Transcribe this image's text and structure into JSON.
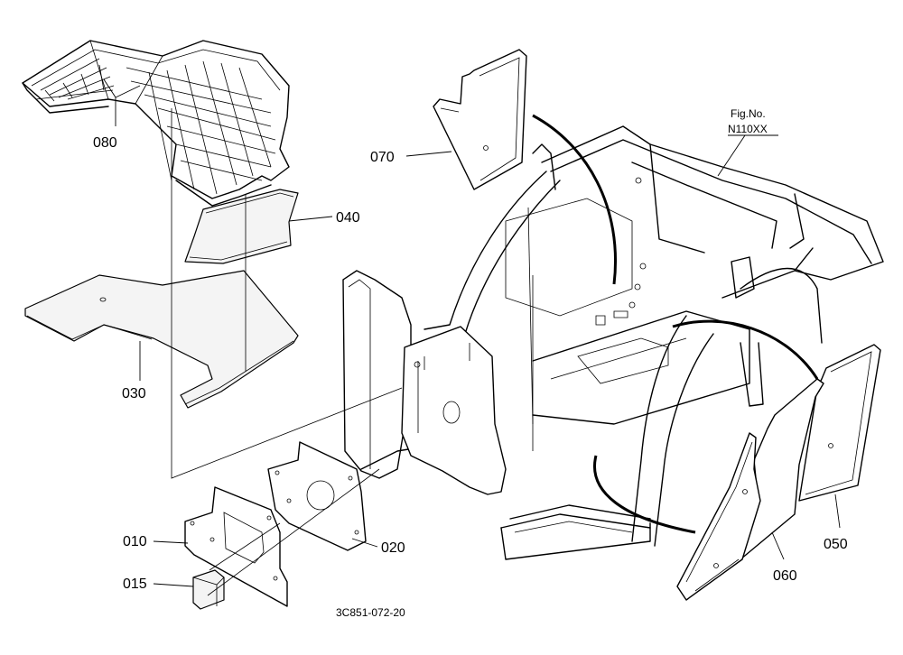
{
  "figure": {
    "fig_label": "Fig.No.",
    "fig_number": "N110XX",
    "drawing_code": "3C851-072-20"
  },
  "parts": [
    {
      "ref": "080"
    },
    {
      "ref": "070"
    },
    {
      "ref": "040"
    },
    {
      "ref": "030"
    },
    {
      "ref": "010"
    },
    {
      "ref": "015"
    },
    {
      "ref": "020"
    },
    {
      "ref": "060"
    },
    {
      "ref": "050"
    }
  ]
}
